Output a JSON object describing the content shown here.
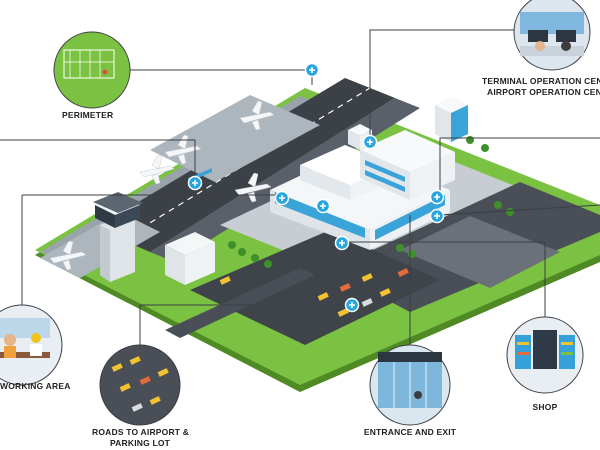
{
  "labels": {
    "perimeter": "PERIMETER",
    "terminal_ops_line1": "TERMINAL OPERATION CENTER",
    "terminal_ops_line2": "AIRPORT OPERATION CENTER",
    "working_area": "WORKING AREA",
    "roads_line1": "ROADS TO AIRPORT &",
    "roads_line2": "PARKING LOT",
    "entrance_exit": "ENTRANCE AND EXIT",
    "shop": "SHOP"
  },
  "colors": {
    "grass": "#7cc242",
    "grass_dark": "#5ea02c",
    "runway": "#3c4148",
    "paving": "#b9c0c7",
    "building": "#eef2f5",
    "glass": "#3aa3d8",
    "callout_line": "#3b3f45",
    "marker": "#27a6e0"
  },
  "icons": {
    "marker": "plus-marker-icon",
    "airplane": "airplane-icon",
    "control_tower": "control-tower-icon"
  }
}
